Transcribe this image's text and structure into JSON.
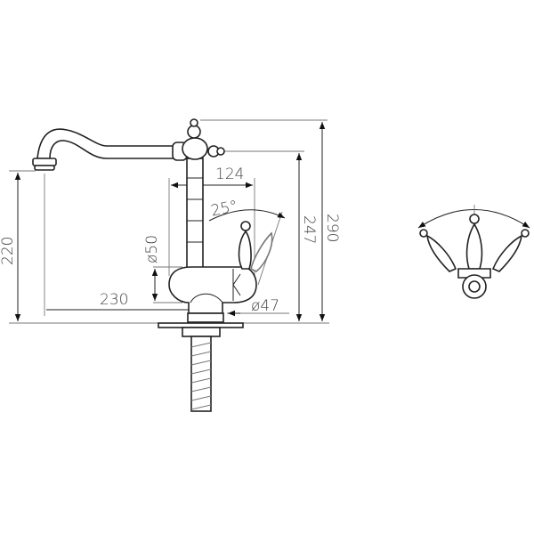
{
  "drawing": {
    "dimensions": {
      "spout_height": "220",
      "spout_reach": "230",
      "handle_reach": "124",
      "handle_angle": "25°",
      "body_diameter": "ø50",
      "base_diameter": "ø47",
      "handle_height": "247",
      "total_height": "290"
    }
  }
}
